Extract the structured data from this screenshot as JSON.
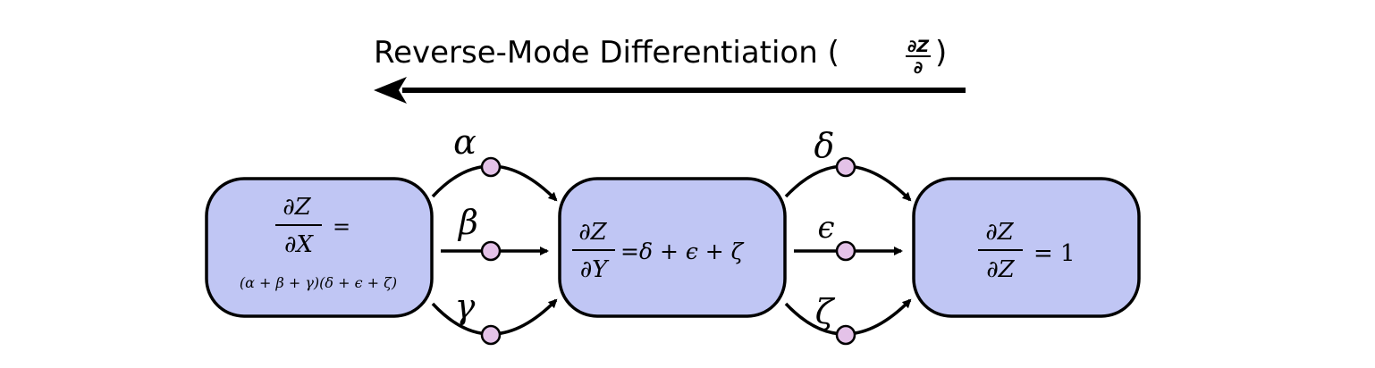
{
  "title": {
    "text": "Reverse-Mode Differentiation (",
    "frac_num": "∂Z",
    "frac_den": "∂",
    "close": ")"
  },
  "nodes": [
    {
      "id": "x",
      "frac_num": "∂Z",
      "frac_den": "∂X",
      "equals": "=",
      "expr": "(α + β + γ)(δ + ϵ + ζ)"
    },
    {
      "id": "y",
      "frac_num": "∂Z",
      "frac_den": "∂Y",
      "expr": "=δ + ϵ + ζ"
    },
    {
      "id": "z",
      "frac_num": "∂Z",
      "frac_den": "∂Z",
      "expr": "= 1"
    }
  ],
  "edges": [
    {
      "label": "α",
      "from": "x",
      "to": "y",
      "shape": "arc-up"
    },
    {
      "label": "β",
      "from": "x",
      "to": "y",
      "shape": "straight"
    },
    {
      "label": "γ",
      "from": "x",
      "to": "y",
      "shape": "arc-down"
    },
    {
      "label": "δ",
      "from": "y",
      "to": "z",
      "shape": "arc-up"
    },
    {
      "label": "ϵ",
      "from": "y",
      "to": "z",
      "shape": "straight"
    },
    {
      "label": "ζ",
      "from": "y",
      "to": "z",
      "shape": "arc-down"
    }
  ],
  "colors": {
    "node_fill": "#c0c6f4",
    "dot_fill": "#e4c2e8",
    "stroke": "#000000"
  }
}
